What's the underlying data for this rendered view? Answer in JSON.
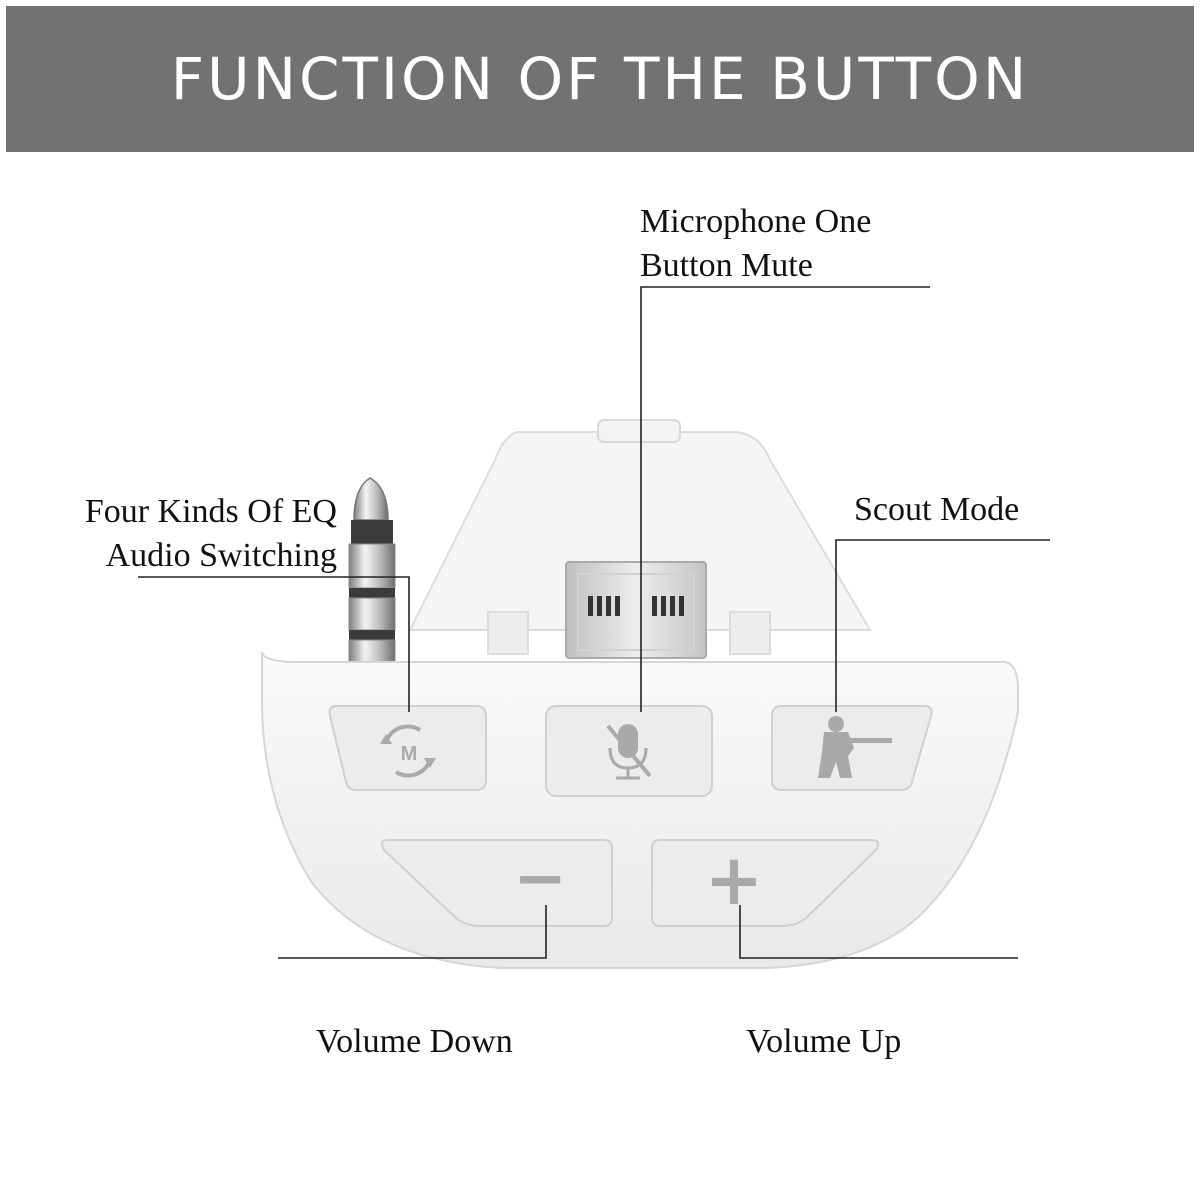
{
  "header": {
    "title": "FUNCTION OF THE BUTTON"
  },
  "labels": {
    "mic_line1": "Microphone One",
    "mic_line2": "Button Mute",
    "eq_line1": "Four Kinds Of EQ",
    "eq_line2": "Audio Switching",
    "scout": "Scout Mode",
    "volume_down": "Volume Down",
    "volume_up": "Volume Up"
  },
  "device": {
    "eq_button_glyph": "M",
    "minus_glyph": "−",
    "plus_glyph": "+"
  },
  "icons": [
    "eq-cycle-icon",
    "mic-mute-icon",
    "soldier-icon",
    "minus-icon",
    "plus-icon",
    "audio-jack-icon",
    "usb-connector-icon"
  ],
  "colors": {
    "banner_bg": "#727272",
    "banner_text": "#ffffff",
    "device_body": "#f1f1f1",
    "button_face": "#ececec",
    "icon_gray": "#a9a9a9",
    "leader_line": "#222222"
  }
}
